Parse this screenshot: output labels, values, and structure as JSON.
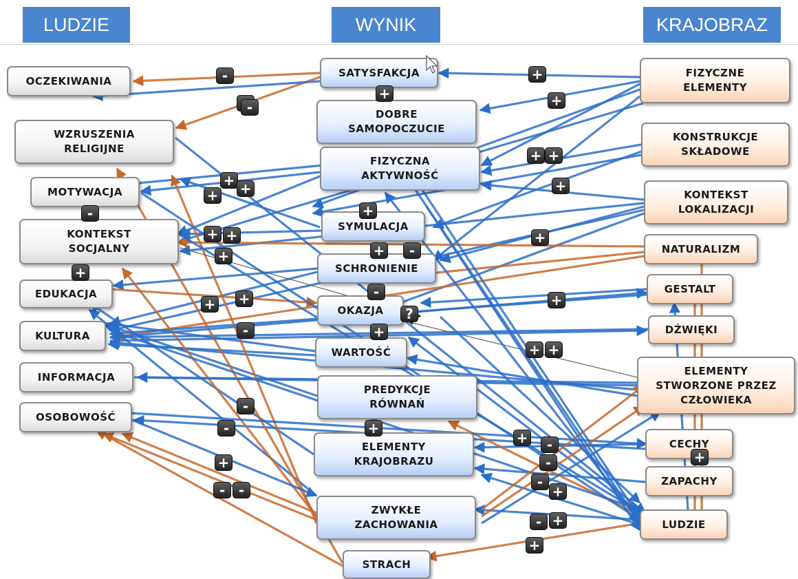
{
  "columns": {
    "people": "LUDZIE",
    "result": "WYNIK",
    "landscape": "KRAJOBRAZ"
  },
  "nodes": {
    "oczekiwania": "OCZEKIWANIA",
    "wzruszenia": "WZRUSZENIA\nRELIGIJNE",
    "motywacja": "MOTYWACJA",
    "kontekst_socjalny": "KONTEKST\nSOCJALNY",
    "edukacja": "EDUKACJA",
    "kultura": "KULTURA",
    "informacja": "INFORMACJA",
    "osobowosc": "OSOBOWOŚĆ",
    "satysfakcja": "SATYSFAKCJA",
    "dobre": "DOBRE\nSAMOPOCZUCIE",
    "fizyczna": "FIZYCZNA\nAKTYWNOŚĆ",
    "symulacja": "SYMULACJA",
    "schronienie": "SCHRONIENIE",
    "okazja": "OKAZJA",
    "wartosc": "WARTOŚĆ",
    "predykcje": "PREDYKCJE\nRÓWNAŃ",
    "elementy_kraj": "ELEMENTY\nKRAJOBRAZU",
    "zwykle": "ZWYKŁE\nZACHOWANIA",
    "strach": "STRACH",
    "fizyczne_el": "FIZYCZNE\nELEMENTY",
    "konstrukcje": "KONSTRUKCJE\nSKŁADOWE",
    "kontekst_lok": "KONTEKST\nLOKALIZACJI",
    "naturalizm": "NATURALIZM",
    "gestalt": "GESTALT",
    "dzwieki": "DŹWIĘKI",
    "stworzone": "ELEMENTY\nSTWORZONE PRZEZ\nCZŁOWIEKA",
    "cechy": "CECHY",
    "zapachy": "ZAPACHY",
    "ludzie": "LUDZIE"
  },
  "signs": {
    "plus": "+",
    "minus": "-",
    "question": "?"
  },
  "colors": {
    "header": "#4a86cf",
    "positive_link": "#2a6fc9",
    "negative_link": "#c8692a",
    "plain_link": "#555555"
  }
}
